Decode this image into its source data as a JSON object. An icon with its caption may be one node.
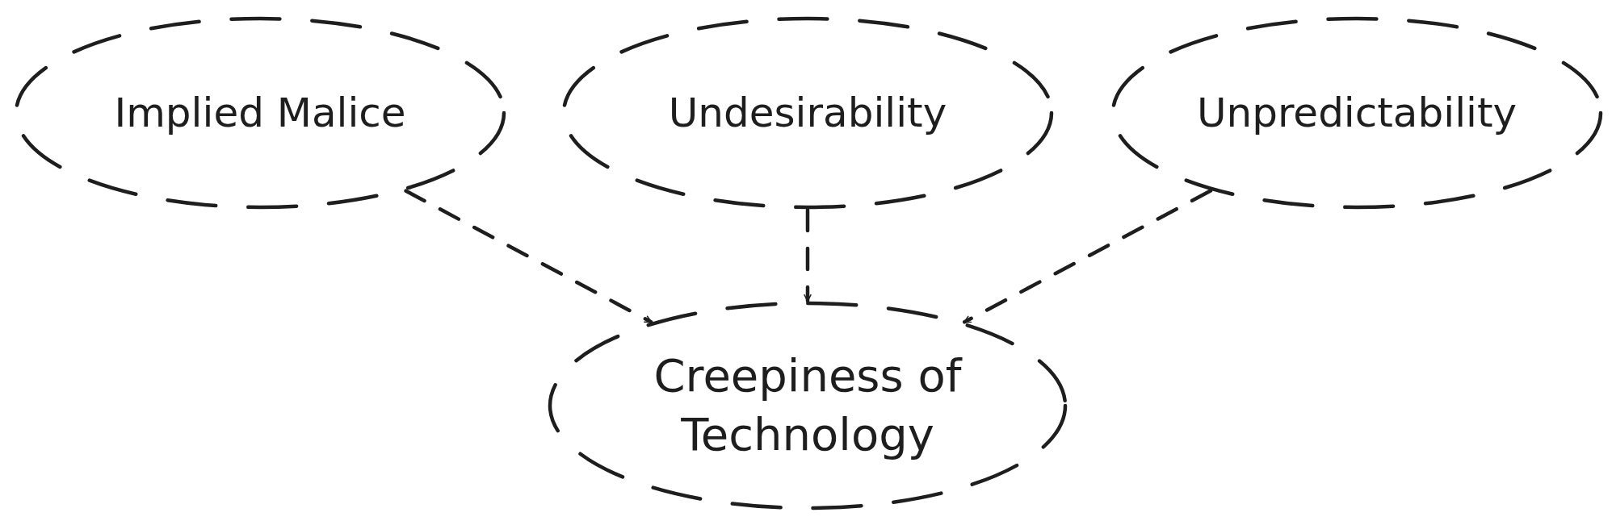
{
  "diagram": {
    "nodes": [
      {
        "text": [
          "Implied Malice"
        ]
      },
      {
        "text": [
          "Undesirability"
        ]
      },
      {
        "text": [
          "Unpredictability"
        ]
      },
      {
        "text": [
          "Creepiness of Technology"
        ]
      }
    ],
    "edges": [
      {
        "from": 0,
        "to": 3,
        "arrow": "to"
      },
      {
        "from": 1,
        "to": 3,
        "arrow": "to"
      },
      {
        "from": 2,
        "to": 3,
        "arrow": "to"
      }
    ]
  }
}
